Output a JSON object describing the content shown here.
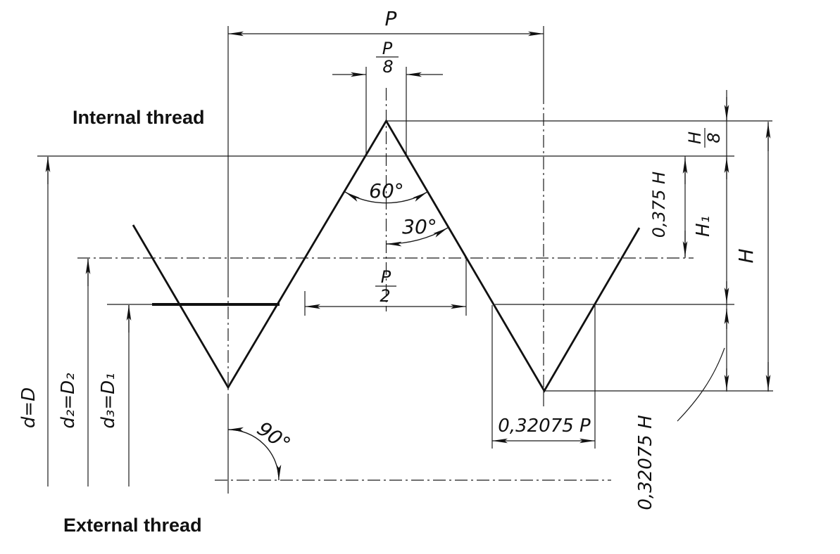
{
  "diagram": {
    "title_top": "Internal thread",
    "title_bottom": "External thread",
    "angles": {
      "flank_full": "60°",
      "flank_half": "30°",
      "axis": "90°"
    },
    "pitch_dims": {
      "p": "P",
      "p8_num": "P",
      "p8_den": "8",
      "p2_num": "P",
      "p2_den": "2",
      "root_width": "0,32075 P"
    },
    "height_dims": {
      "h": "H",
      "h1": "H₁",
      "h8_num": "H",
      "h8_den": "8",
      "h_0375": "0,375 H",
      "h_032075": "0,32075 H"
    },
    "diameter_dims": {
      "major": "d=D",
      "pitch": "d₂=D₂",
      "minor": "d₃=D₁"
    },
    "colors": {
      "ink": "#1a1a1a",
      "background": "#ffffff"
    }
  }
}
